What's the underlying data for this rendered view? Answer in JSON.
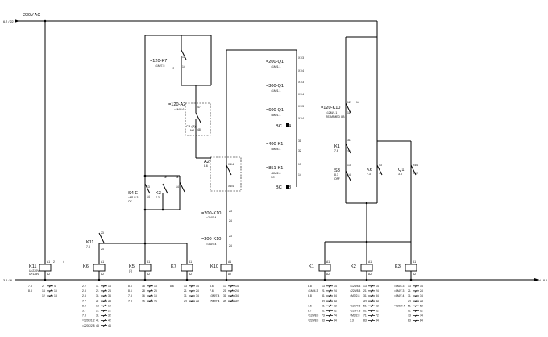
{
  "supply": {
    "voltage": "230V AC",
    "l_ref": "6.2 / 22",
    "n_left": "3.6 / N",
    "n_right": "N / 8.1"
  },
  "top_devices": [
    {
      "id": "k7_ref",
      "label": "=120-K7",
      "sub": "=1M/7.5",
      "t1": "12",
      "t2": "14",
      "t3": "11"
    },
    {
      "id": "a2_ref",
      "label": "=120-A2",
      "sub": "=1M/8.6",
      "t1": "47",
      "t2": "48",
      "box": "CB (R)",
      "box2": "NO"
    },
    {
      "id": "q1_200",
      "label": "=200-Q1",
      "sub": "=1M/1.1",
      "t1": "X1/3",
      "t2": "X1/4"
    },
    {
      "id": "q1_300",
      "label": "=300-Q1",
      "sub": "=1M/1.1",
      "t1": "X1/3",
      "t2": "X1/4"
    },
    {
      "id": "q1_600",
      "label": "=600-Q1",
      "sub": "=8M/1.1",
      "t1": "X1/3",
      "t2": "X1/4"
    },
    {
      "id": "k1_400",
      "label": "=400-K1",
      "sub": "=8M/4.4",
      "t1": "31",
      "t2": "32"
    },
    {
      "id": "k1_851",
      "label": "=851-K1",
      "sub": "=8M/2.6",
      "sub2": "SC",
      "t1": "13",
      "t2": "14"
    },
    {
      "id": "k10_120",
      "label": "=120-K10",
      "sub": "=12M/1.1",
      "sub2": "RE/ARMED CB",
      "t1": "12",
      "t2": "14",
      "t3": "11"
    },
    {
      "id": "k10_200",
      "label": "=200-K10",
      "sub": "=2M/7.4",
      "t1": "23",
      "t2": "24"
    },
    {
      "id": "k10_300",
      "label": "=300-K10",
      "sub": "=3M/7.4",
      "t1": "23",
      "t2": "24"
    }
  ],
  "bc_labels": [
    "BC",
    "4",
    "BC",
    "8"
  ],
  "a2": {
    "label": "A2",
    "sub": "8.6",
    "t1": "X4/4",
    "t2": "X4/4"
  },
  "s4": {
    "label": "S4 E",
    "sub": "=M1/2.3",
    "sub2": "OK",
    "t1": "13",
    "t2": "14"
  },
  "k3_mid": {
    "label": "K3",
    "sub": "7.3",
    "t1": "12",
    "t2": "11",
    "t3": "14"
  },
  "k11_mid": {
    "label": "K11",
    "sub": "7.3",
    "t1": "23",
    "t2": "24"
  },
  "k1_right": {
    "label": "K1",
    "sub": "7.6",
    "t1": "31",
    "t2": "32"
  },
  "s3": {
    "label": "S3",
    "sub": "8.7",
    "sub2": "OFF",
    "t1": "13",
    "t2": "14"
  },
  "k6_right": {
    "label": "K6",
    "sub": "7.3",
    "t1": "43",
    "t2": "44"
  },
  "q1_right": {
    "label": "Q1",
    "sub": "3.3",
    "t1": "X4/1",
    "t2": "X4/2"
  },
  "coils": [
    {
      "id": "k11",
      "label": "K11",
      "sub": "U=220V",
      "sub2": "U+128V",
      "a1": "A1",
      "a2": "A2",
      "c1": "2",
      "c2": "4",
      "c3": "6",
      "rows": [
        [
          "7.3",
          "2",
          "4"
        ],
        [
          "8.3",
          "14",
          "15"
        ],
        [
          "",
          "12",
          "13"
        ]
      ]
    },
    {
      "id": "k6",
      "label": "K6",
      "a1": "A1",
      "a2": "A2",
      "rows": [
        [
          "2.2",
          "11",
          "14"
        ],
        [
          "2.3",
          "21",
          "24"
        ],
        [
          "2.3",
          "31",
          "34"
        ],
        [
          "7.7",
          "41",
          "44"
        ],
        [
          "8.2",
          "13",
          "14"
        ],
        [
          "5.7",
          "21",
          "22"
        ],
        [
          "7.3",
          "31",
          "32"
        ],
        [
          "=120K/1.2",
          "41",
          "42"
        ],
        [
          "=220K/2.8",
          "43",
          "44"
        ]
      ]
    },
    {
      "id": "k5",
      "label": "K5",
      "a1": "A1",
      "a2": "A2",
      "sub": "(1)",
      "rows": [
        [
          "8.6",
          "18",
          "15"
        ],
        [
          "8.6",
          "28",
          "25"
        ],
        [
          "7.3",
          "16",
          "15"
        ],
        [
          "7.3",
          "26",
          "25"
        ]
      ]
    },
    {
      "id": "k7",
      "label": "K7",
      "a1": "A1",
      "a2": "A2",
      "rows": [
        [
          "8.6",
          "13",
          "14"
        ],
        [
          "",
          "21",
          "24"
        ],
        [
          "",
          "31",
          "34"
        ],
        [
          "",
          "43",
          "44"
        ]
      ]
    },
    {
      "id": "k10",
      "label": "K10",
      "a1": "A1",
      "a2": "A2",
      "rows": [
        [
          "8.6",
          "13",
          "14"
        ],
        [
          "7.6",
          "21",
          "24"
        ],
        [
          "=3M/7.4",
          "31",
          "34"
        ],
        [
          "=5M/7.4",
          "41",
          "42"
        ]
      ]
    },
    {
      "id": "k1",
      "label": "K1",
      "a1": "A1",
      "a2": "A2",
      "rows": [
        [
          "8.8",
          "13",
          "14"
        ],
        [
          "=1M/4.3",
          "21",
          "24"
        ],
        [
          "6.8",
          "31",
          "34"
        ],
        [
          "",
          "43",
          "44"
        ],
        [
          "7.6",
          "51",
          "52"
        ],
        [
          "8.7",
          "61",
          "62"
        ],
        [
          "=120/8.8",
          "73",
          "74"
        ],
        [
          "=220/8.8",
          "83",
          "84"
        ]
      ]
    },
    {
      "id": "k2",
      "label": "K2",
      "a1": "A1",
      "a2": "A2",
      "rows": [
        [
          "=120/8.3",
          "13",
          "14"
        ],
        [
          "=220/8.3",
          "21",
          "24"
        ],
        [
          "=M3/2.8",
          "31",
          "34"
        ],
        [
          "",
          "43",
          "44"
        ],
        [
          "=120/7.8",
          "51",
          "52"
        ],
        [
          "=220/7.8",
          "61",
          "62"
        ],
        [
          "=M3/2.8",
          "71",
          "72"
        ],
        [
          "3.3",
          "83",
          "84"
        ]
      ]
    },
    {
      "id": "k3",
      "label": "K3",
      "a1": "A1",
      "a2": "A2",
      "rows": [
        [
          "=8M/4.3",
          "13",
          "14"
        ],
        [
          "=8M/7.3",
          "21",
          "24"
        ],
        [
          "=8M/7.4",
          "31",
          "34"
        ],
        [
          "",
          "43",
          "44"
        ],
        [
          "=220/7.4",
          "51",
          "52"
        ],
        [
          "",
          "61",
          "62"
        ],
        [
          "",
          "73",
          "74"
        ],
        [
          "",
          "83",
          "84"
        ]
      ]
    }
  ]
}
